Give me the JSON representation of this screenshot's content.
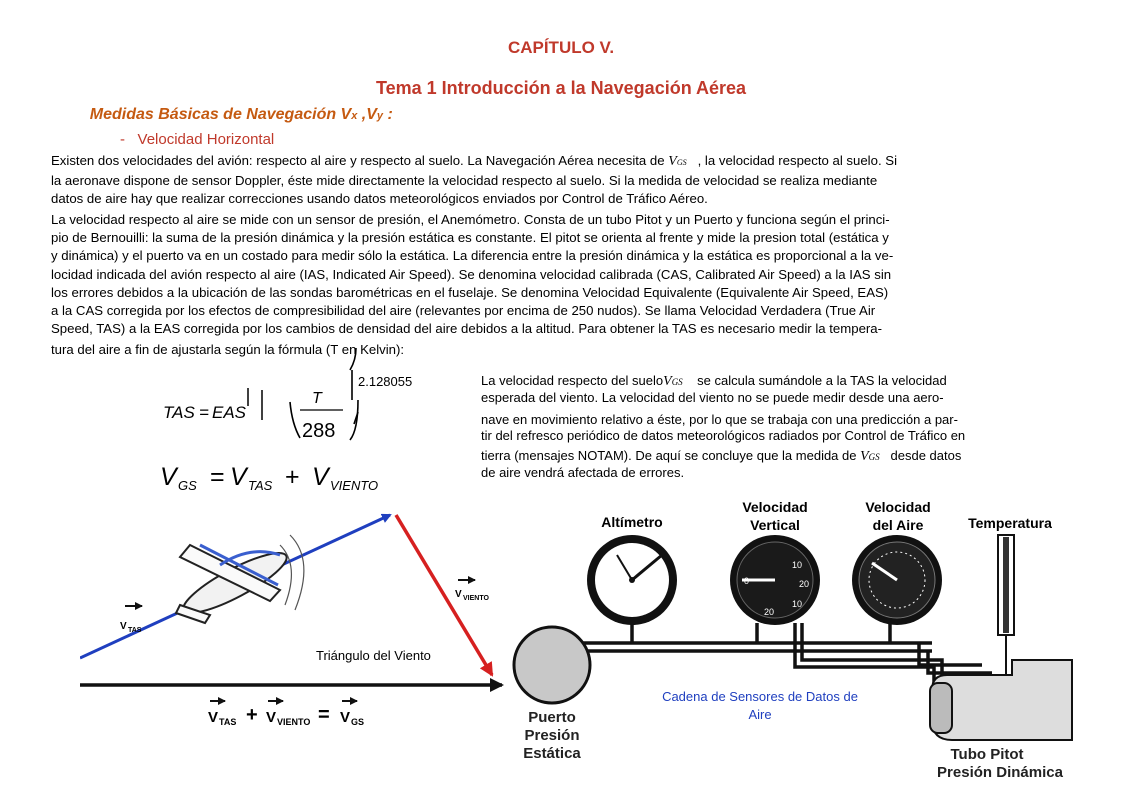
{
  "header": {
    "chapter": "CAPÍTULO V.",
    "topic": "Tema 1 Introducción a la Navegación Aérea",
    "section_bullet": "",
    "section_title": "Medidas Básicas de Navegación  V",
    "section_sub_x": "x",
    "section_comma": " ,V",
    "section_sub_y": "y",
    "section_colon": " :",
    "subsection_dash": "-",
    "subsection": "Velocidad Horizontal"
  },
  "paragraph1": {
    "l1a": "Existen dos velocidades del avión: respecto al aire y respecto al suelo. La Navegación Aérea necesita de",
    "l1_sym": "V",
    "l1_sub": "GS",
    "l1b": ", la velocidad respecto al suelo. Si",
    "l2": "la aeronave dispone de sensor Doppler, éste mide directamente la velocidad respecto al suelo. Si la medida de velocidad se realiza mediante",
    "l3": "datos de aire hay que realizar correcciones usando datos meteorológicos enviados por Control de Tráfico Aéreo."
  },
  "paragraph2": [
    "La velocidad respecto al aire se mide con un sensor de presión, el Anemómetro. Consta de un tubo Pitot y un Puerto y funciona según el princi-",
    "pio de Bernouilli: la suma de la presión dinámica y la presión estática es constante. El pitot se orienta al frente y mide la presion total (estática y",
    "y dinámica) y el puerto va en un costado para medir sólo la estática.  La diferencia entre la presión dinámica y la estática es proporcional a la ve-",
    "locidad indicada del avión respecto al aire (IAS, Indicated Air Speed). Se denomina velocidad calibrada (CAS, Calibrated Air Speed) a la IAS sin",
    "los errores debidos a la ubicación de las sondas barométricas en el fuselaje. Se denomina Velocidad Equivalente (Equivalente Air Speed, EAS)",
    "a la CAS corregida por los efectos de compresibilidad del aire (relevantes por encima de 250 nudos). Se llama Velocidad Verdadera (True Air",
    "Speed, TAS) a la EAS corregida por los cambios de densidad del aire debidos a la altitud. Para obtener la TAS es necesario medir la tempera-",
    "tura del aire a fin de ajustarla según la fórmula (T en Kelvin):"
  ],
  "formula": {
    "tas": "TAS",
    "eq": "=",
    "eas": "EAS",
    "num": "T",
    "den": "288",
    "exp": "2.128055",
    "vgs_v": "V",
    "vgs_sub": "GS",
    "eq2": "=",
    "vtas_v": "V",
    "vtas_sub": "TAS",
    "plus": "+",
    "vv_v": "V",
    "vv_sub": "VIENTO",
    "missing_glyph": ""
  },
  "right_text": {
    "r1a": "La velocidad respecto del suelo",
    "r1_sym": "V",
    "r1_sub": "GS",
    "r1b": "se calcula sumándole a la TAS la velocidad",
    "r2": "esperada del viento. La velocidad del viento no se puede medir desde una aero-",
    "r3": "nave en movimiento relativo a éste, por lo que se trabaja con una predicción a par-",
    "r4": "tir del refresco periódico de datos meteorológicos radiados por Control de Tráfico en",
    "r5a": "tierra (mensajes NOTAM). De aquí se concluye que la medida de",
    "r5_sym": "V",
    "r5_sub": "GS",
    "r5b": "desde datos",
    "r6": "de aire vendrá afectada de errores."
  },
  "wind_triangle": {
    "caption": "Triángulo del Viento",
    "v_tas": "V",
    "tas": "TAS",
    "v_viento": "V",
    "viento": "VIENTO",
    "eq_v1": "V",
    "eq_tas": "TAS",
    "plus": "+",
    "eq_v2": "V",
    "eq_viento": "VIENTO",
    "equals": "=",
    "eq_v3": "V",
    "eq_gs": "GS",
    "colors": {
      "tas": "#1f3fbf",
      "wind": "#d62020",
      "gs": "#111111"
    }
  },
  "instruments": {
    "altimetro": "Altímetro",
    "vel_vertical_1": "Velocidad",
    "vel_vertical_2": "Vertical",
    "vel_aire_1": "Velocidad",
    "vel_aire_2": "del Aire",
    "temperatura": "Temperatura",
    "puerto_1": "Puerto",
    "puerto_2": "Presión",
    "puerto_3": "Estática",
    "pitot_1": "Tubo Pitot",
    "pitot_2": "Presión Dinámica",
    "caption_1": "Cadena de Sensores de Datos de",
    "caption_2": "Aire",
    "vsi_labels": [
      "0",
      "10",
      "20",
      "10",
      "20"
    ]
  }
}
